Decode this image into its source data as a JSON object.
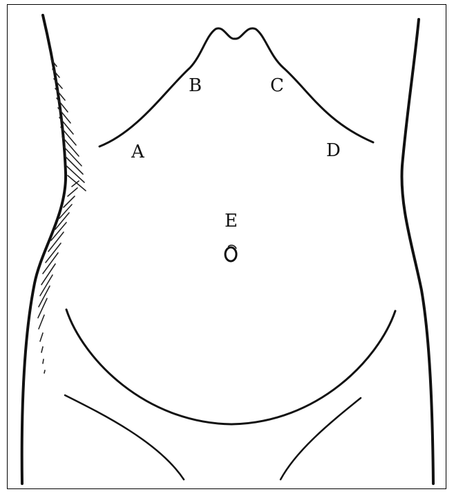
{
  "figure": {
    "labels": {
      "a": "A",
      "b": "B",
      "c": "C",
      "d": "D",
      "e": "E"
    },
    "colors": {
      "ink": "#111111",
      "background": "#ffffff",
      "border": "#000000"
    }
  }
}
